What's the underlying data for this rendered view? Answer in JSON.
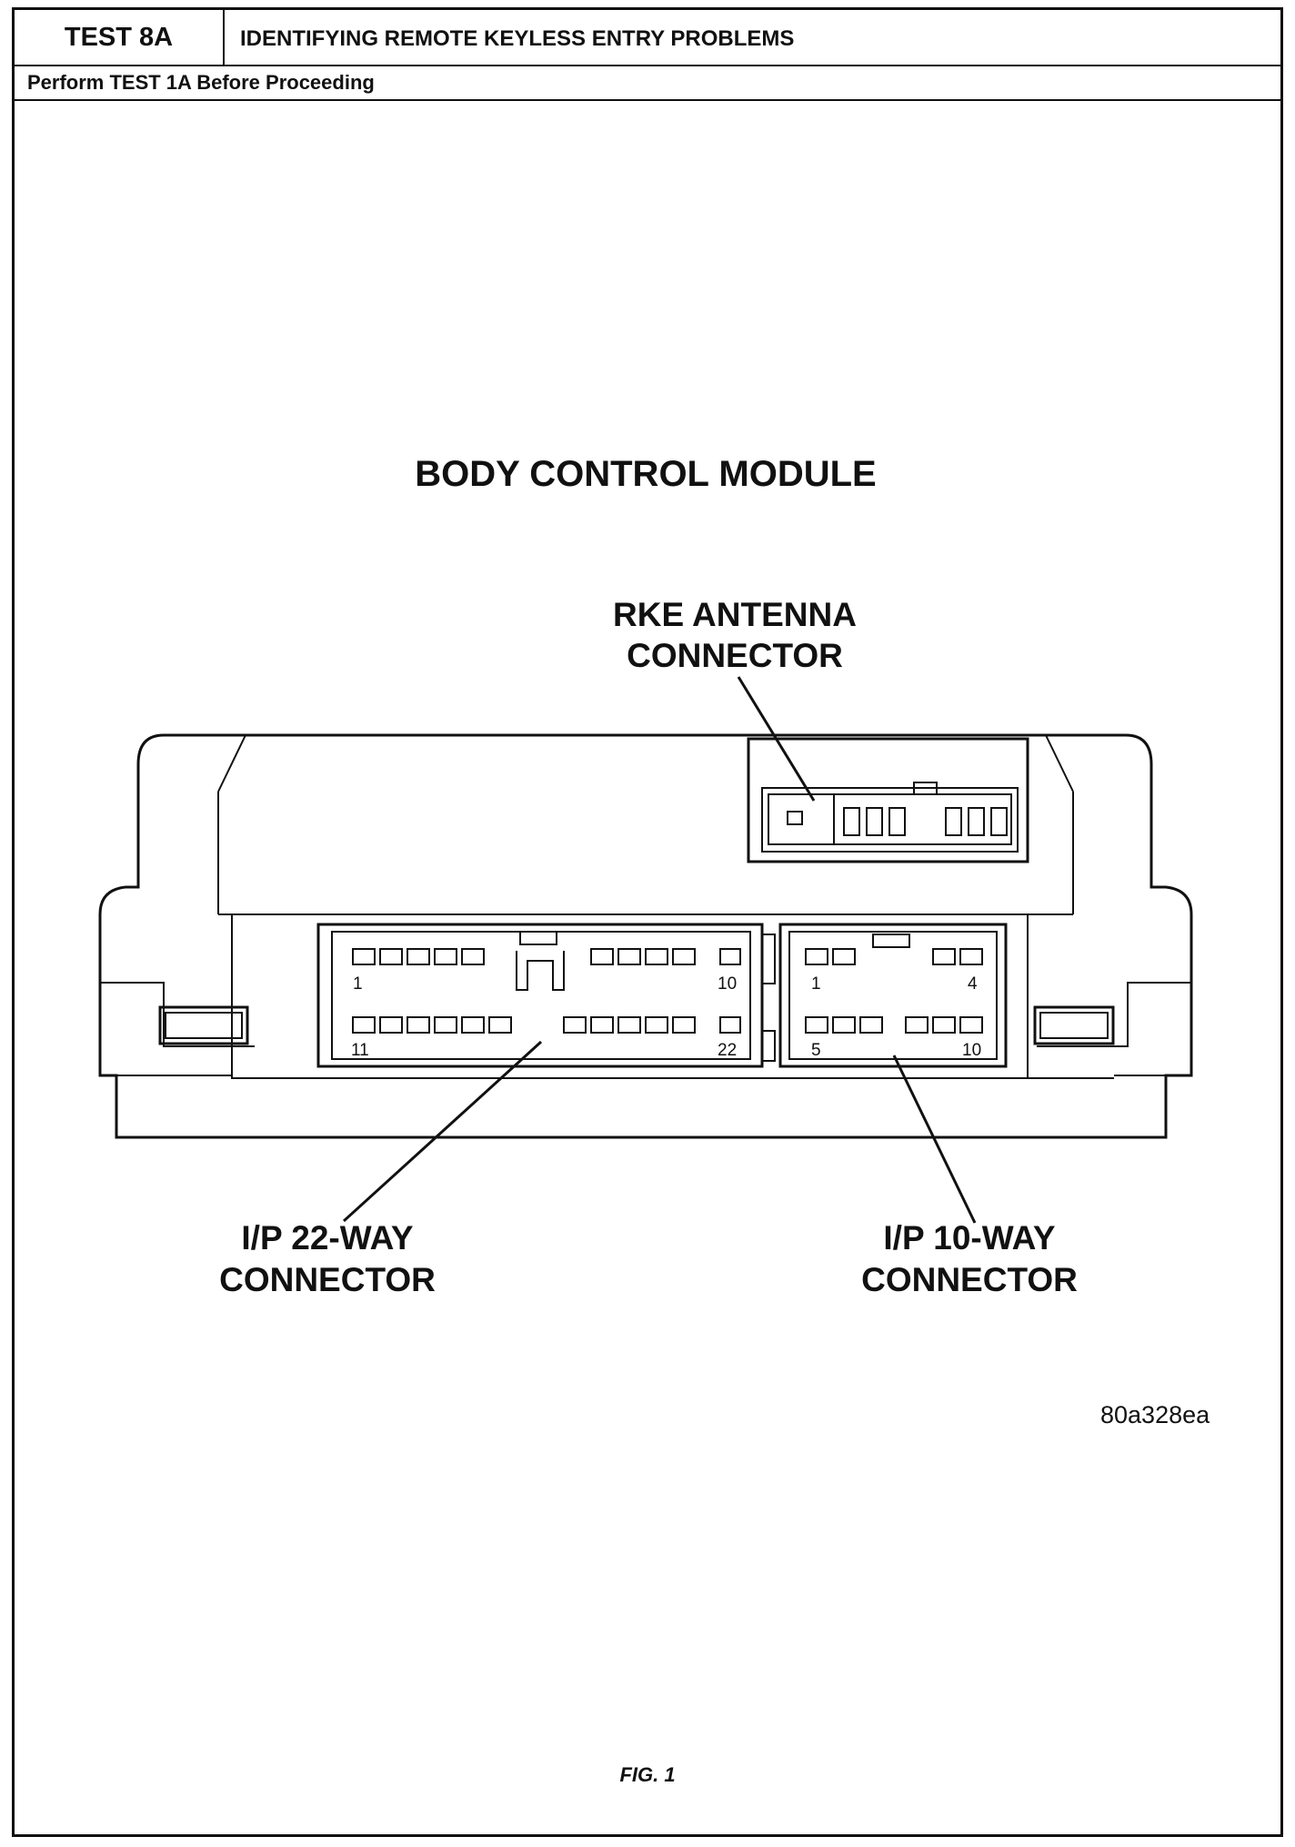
{
  "header": {
    "test_label": "TEST 8A",
    "title": "IDENTIFYING REMOTE KEYLESS ENTRY PROBLEMS"
  },
  "subheader": "Perform TEST 1A Before Proceeding",
  "diagram": {
    "title": "BODY CONTROL MODULE",
    "rke_label_line1": "RKE ANTENNA",
    "rke_label_line2": "CONNECTOR",
    "ip22_label_line1": "I/P 22-WAY",
    "ip22_label_line2": "CONNECTOR",
    "ip10_label_line1": "I/P 10-WAY",
    "ip10_label_line2": "CONNECTOR",
    "pins_22": {
      "p1": "1",
      "p10": "10",
      "p11": "11",
      "p22": "22"
    },
    "pins_10": {
      "p1": "1",
      "p4": "4",
      "p5": "5",
      "p10": "10"
    }
  },
  "figure_code": "80a328ea",
  "figure_caption": "FIG. 1"
}
